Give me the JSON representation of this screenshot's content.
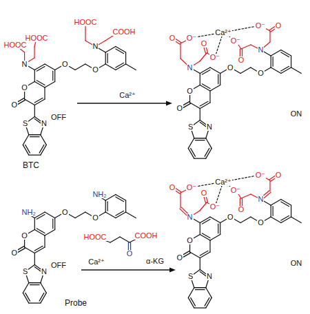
{
  "diagram": {
    "labels": [
      "HOOC",
      "HOOC",
      "HOOC",
      "COOH",
      "N",
      "N",
      "O",
      "O",
      "O",
      "O",
      "N",
      "S",
      "OFF",
      "BTC",
      "Ca²⁺",
      "O",
      "O⁻",
      "O",
      "O⁻",
      "O",
      "O⁻",
      "O",
      "O⁻",
      "N",
      "N",
      "Ca²⁺",
      "O",
      "O",
      "O",
      "O",
      "N",
      "S",
      "ON",
      "NH₂",
      "NH₂",
      "O",
      "O",
      "O",
      "O",
      "N",
      "S",
      "OFF",
      "Probe",
      "HOOC",
      "COOH",
      "O",
      "Ca²⁺",
      "α-KG",
      "O",
      "O⁻",
      "O",
      "O⁻",
      "O",
      "O⁻",
      "O",
      "O⁻",
      "N",
      "N",
      "Ca²⁺",
      "O",
      "O",
      "O",
      "O",
      "N",
      "S",
      "ON"
    ]
  }
}
